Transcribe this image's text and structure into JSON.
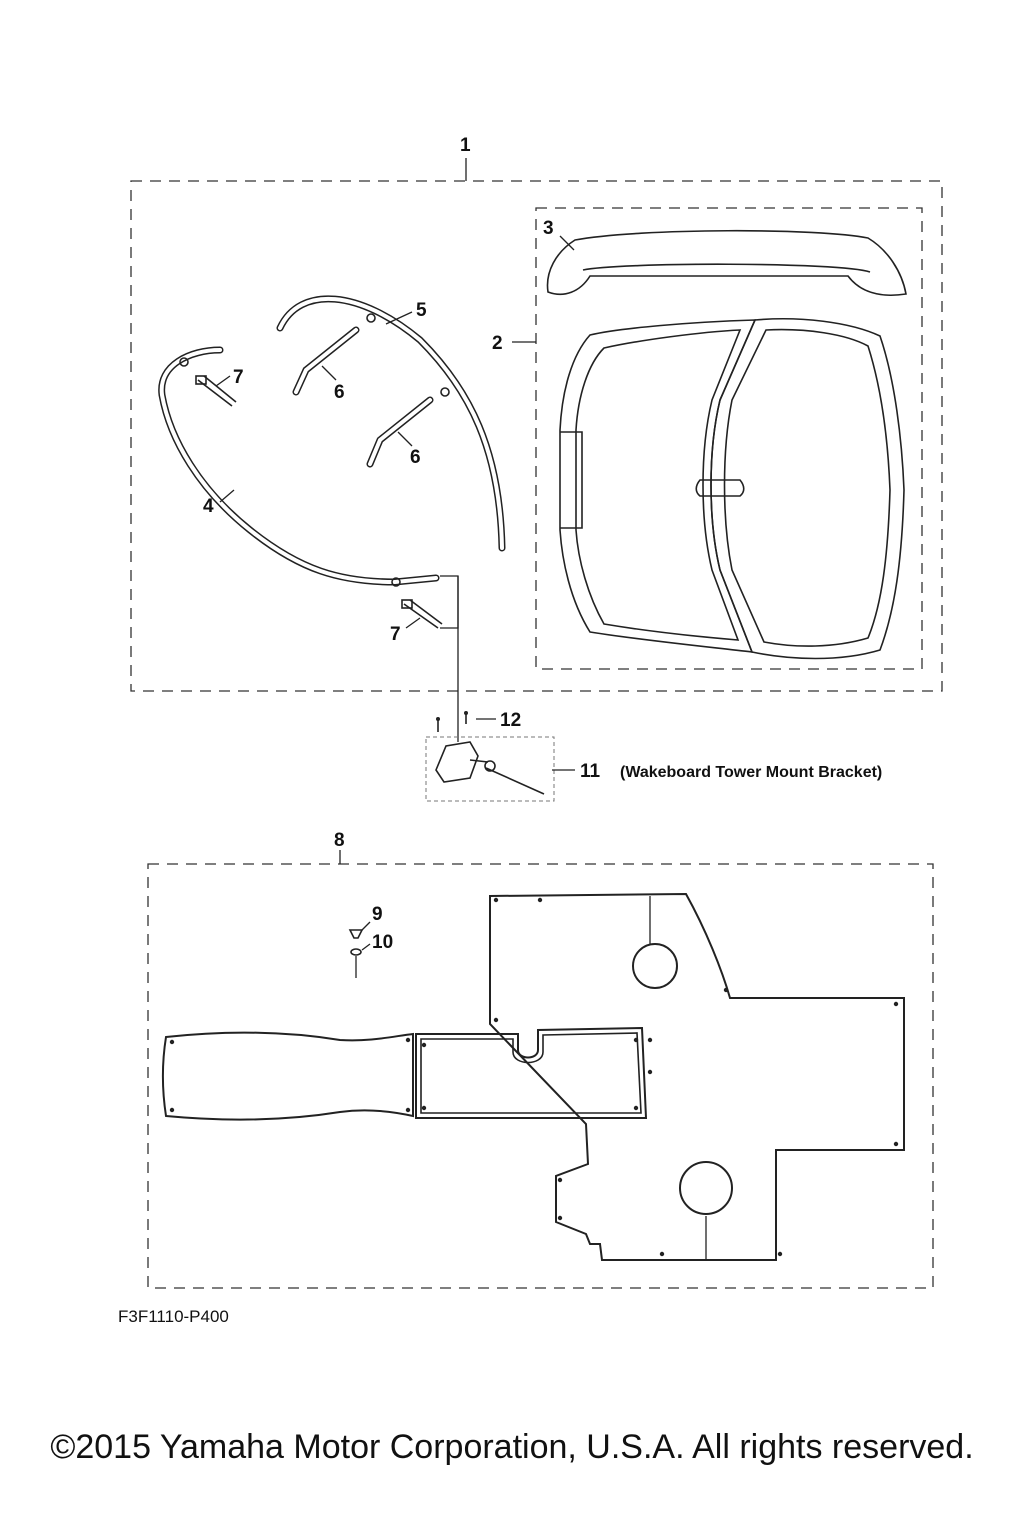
{
  "callouts": {
    "c1": "1",
    "c2": "2",
    "c3": "3",
    "c4": "4",
    "c5": "5",
    "c6a": "6",
    "c6b": "6",
    "c7a": "7",
    "c7b": "7",
    "c8": "8",
    "c9": "9",
    "c10": "10",
    "c11": "11",
    "c12": "12"
  },
  "note_11": "(Wakeboard Tower Mount Bracket)",
  "diagram_code": "F3F1110-P400",
  "copyright": "©2015 Yamaha Motor Corporation, U.S.A. All rights reserved."
}
